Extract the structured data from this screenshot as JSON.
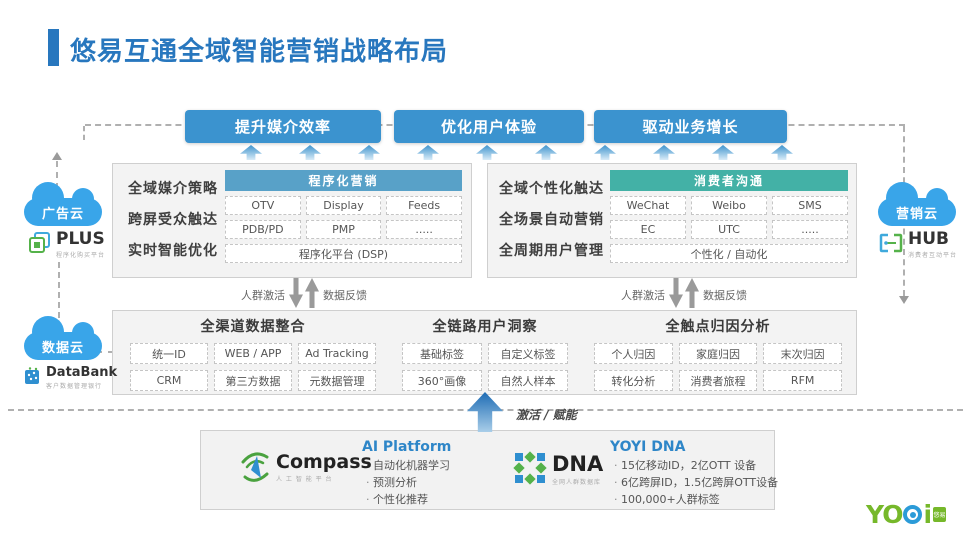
{
  "title": "悠易互通全域智能营销战略布局",
  "goals": [
    "提升媒介效率",
    "优化用户体验",
    "驱动业务增长"
  ],
  "clouds": {
    "ad": {
      "label": "广告云",
      "product": "PLUS",
      "tagline": "程序化购买平台"
    },
    "marketing": {
      "label": "营销云",
      "product": "HUB",
      "tagline": "消费者互动平台"
    },
    "data": {
      "label": "数据云",
      "product": "DataBank",
      "tagline": "客户数据管理银行"
    }
  },
  "media_panel": {
    "labels": [
      "全域媒介策略",
      "跨屏受众触达",
      "实时智能优化"
    ],
    "header": "程序化营销",
    "items": [
      "OTV",
      "Display",
      "Feeds",
      "PDB/PD",
      "PMP",
      "....."
    ],
    "footer": "程序化平台 (DSP)"
  },
  "consumer_panel": {
    "labels": [
      "全域个性化触达",
      "全场景自动营销",
      "全周期用户管理"
    ],
    "header": "消费者沟通",
    "items": [
      "WeChat",
      "Weibo",
      "SMS",
      "EC",
      "UTC",
      "....."
    ],
    "footer": "个性化 / 自动化"
  },
  "flow": {
    "down": "人群激活",
    "up": "数据反馈"
  },
  "data_panel": {
    "columns": [
      {
        "title": "全渠道数据整合",
        "items": [
          "统一ID",
          "WEB / APP",
          "Ad Tracking",
          "CRM",
          "第三方数据",
          "元数据管理"
        ]
      },
      {
        "title": "全链路用户洞察",
        "items": [
          "基础标签",
          "自定义标签",
          "360°画像",
          "自然人样本"
        ]
      },
      {
        "title": "全触点归因分析",
        "items": [
          "个人归因",
          "家庭归因",
          "末次归因",
          "转化分析",
          "消费者旅程",
          "RFM"
        ]
      }
    ]
  },
  "activation": "激活 / 赋能",
  "foundation": {
    "compass": {
      "name": "Compass",
      "tagline": "人 工 智 能 平 台",
      "heading": "AI Platform",
      "bullets": [
        "自动化机器学习",
        "预测分析",
        "个性化推荐"
      ]
    },
    "dna": {
      "name": "DNA",
      "tagline": "全网人群数据库",
      "heading": "YOYI DNA",
      "bullets": [
        "15亿移动ID，2亿OTT 设备",
        "6亿跨屏ID，1.5亿跨屏OTT设备",
        "100,000+人群标签"
      ]
    }
  },
  "brand": {
    "left": "YO",
    "right": "i",
    "badge": "悠易"
  },
  "colors": {
    "accent_blue": "#2877be",
    "goal_blue": "#3b93cf",
    "program_header_blue": "#58a1c8",
    "consumer_header_teal": "#43b1a6",
    "cloud_blue": "#39a5e9",
    "panel_gray": "#f3f3f3"
  }
}
